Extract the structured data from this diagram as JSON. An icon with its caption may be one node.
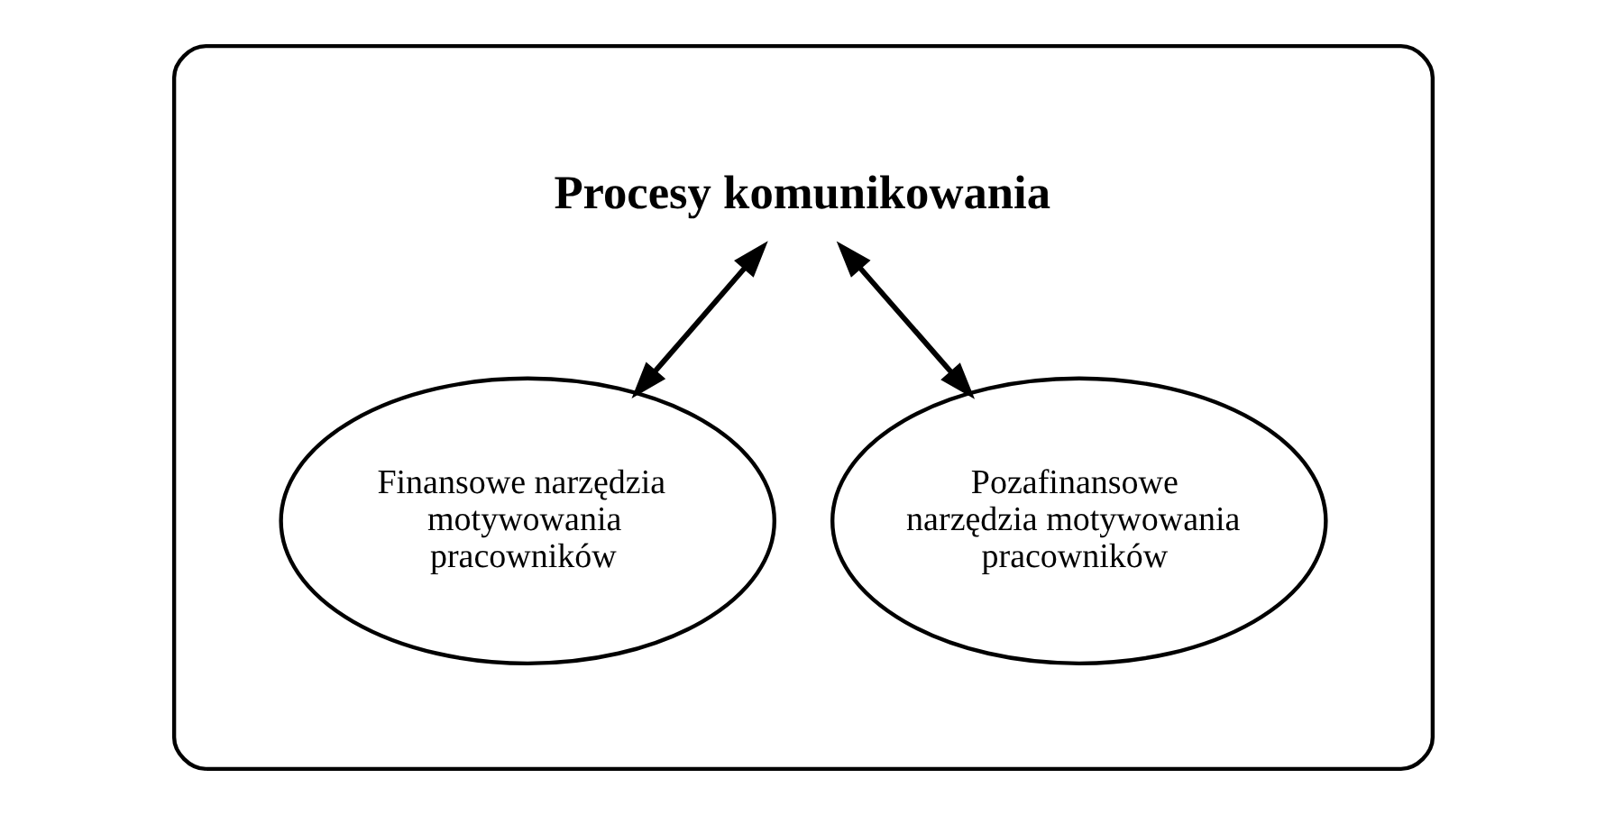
{
  "diagram": {
    "nodes": [
      {
        "text": [],
        "shape": "ellipse"
      },
      {
        "text": [
          "Procesy komunikowania"
        ],
        "in": 0
      },
      {
        "text": [
          "Finansowe narzędzia motywowania pracowników"
        ],
        "in": 0
      },
      {
        "text": [
          "Pozafinansowe narzędzia motywowania pracowników"
        ],
        "in": 0
      }
    ],
    "edges": [
      {
        "from": 1,
        "to": 2,
        "arrow": "both"
      },
      {
        "from": 1,
        "to": 3,
        "arrow": "both"
      }
    ]
  }
}
